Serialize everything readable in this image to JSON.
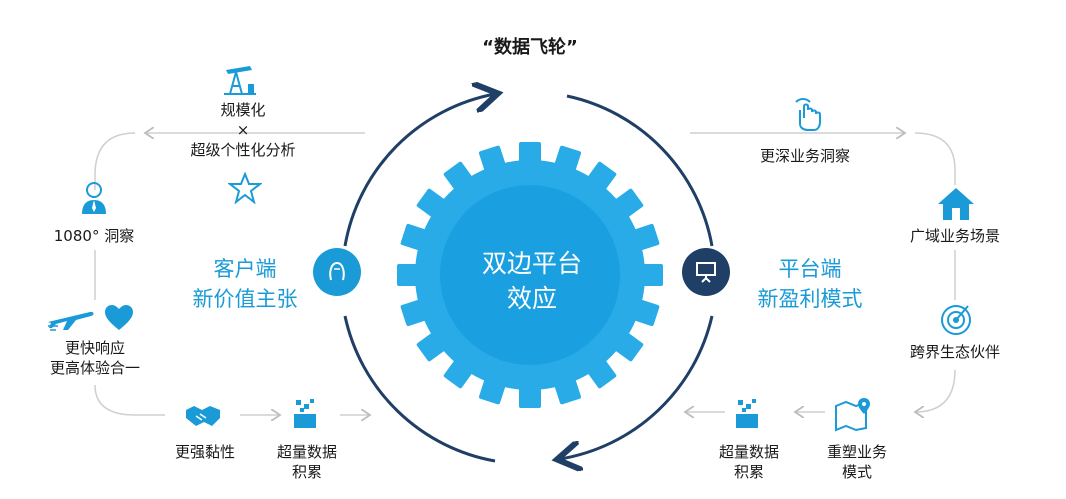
{
  "title": "“数据飞轮”",
  "center": {
    "line1": "双边平台",
    "line2": "效应"
  },
  "left_hub": {
    "line1": "客户端",
    "line2": "新价值主张"
  },
  "right_hub": {
    "line1": "平台端",
    "line2": "新盈利模式"
  },
  "left_nodes": {
    "scale": {
      "line1": "规模化",
      "line2": "×",
      "line3": "超级个性化分析"
    },
    "insight": "1080°  洞察",
    "response": {
      "line1": "更快响应",
      "line2": "更高体验合一"
    },
    "stickiness": "更强黏性",
    "data": {
      "line1": "超量数据",
      "line2": "积累"
    }
  },
  "right_nodes": {
    "deeper": "更深业务洞察",
    "scenario": "广域业务场景",
    "ecosystem": "跨界生态伙伴",
    "reshape": {
      "line1": "重塑业务",
      "line2": "模式"
    },
    "data": {
      "line1": "超量数据",
      "line2": "积累"
    }
  },
  "colors": {
    "accent": "#1a9bd7",
    "dark": "#1f3f66",
    "line": "#cfcfcf"
  },
  "icons": [
    "oil-pump-icon",
    "star-icon",
    "businessman-icon",
    "airplane-icon",
    "heart-icon",
    "handshake-icon",
    "data-cube-icon",
    "hand-swipe-icon",
    "house-icon",
    "radar-icon",
    "map-pin-icon",
    "person-face-icon",
    "presentation-board-icon"
  ]
}
